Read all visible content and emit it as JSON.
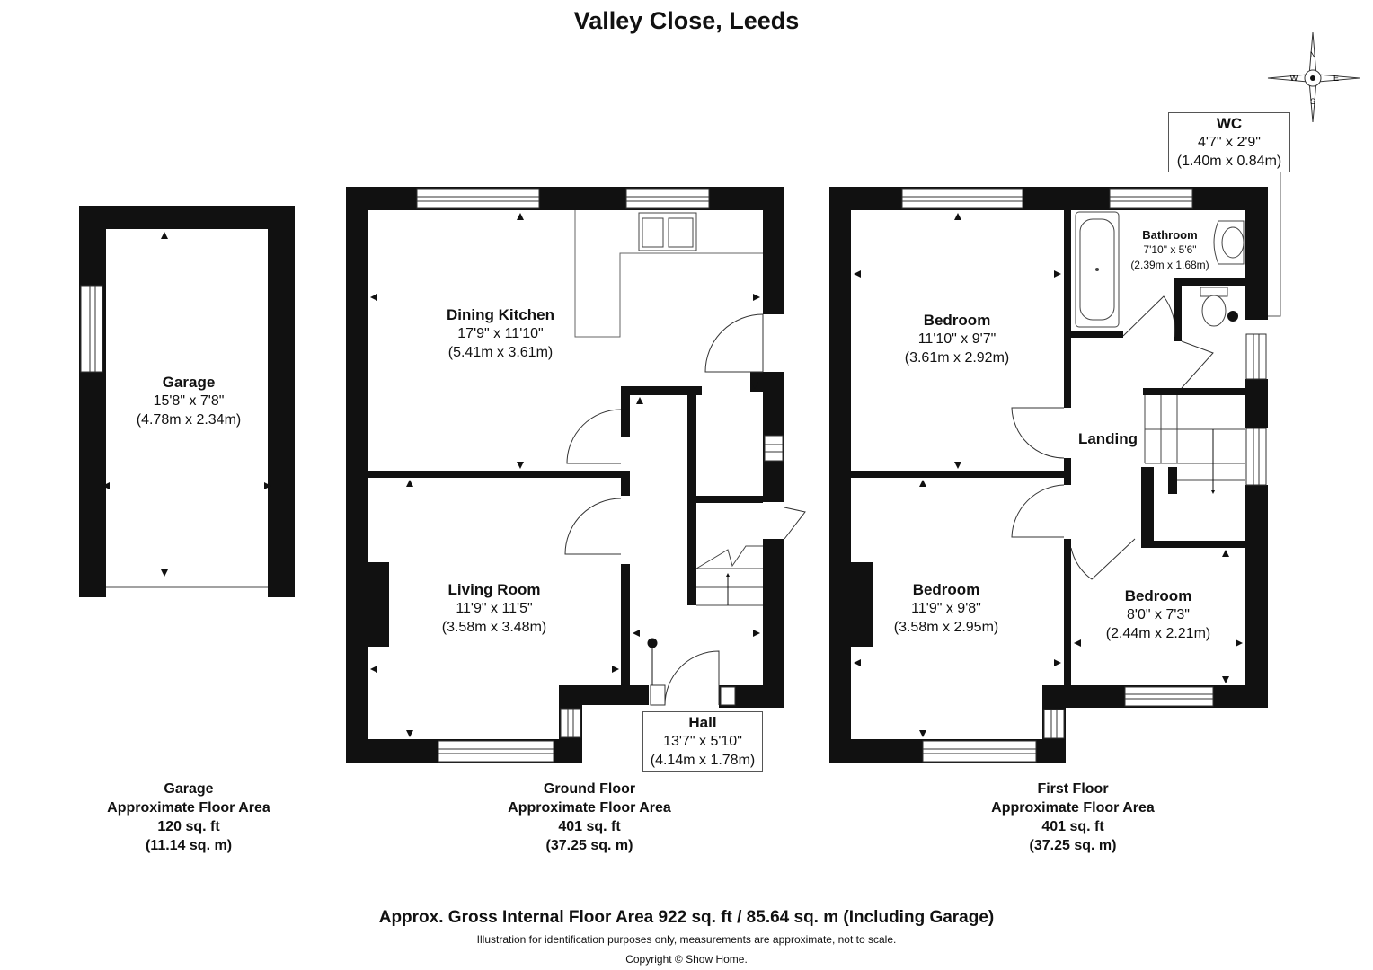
{
  "title": "Valley Close, Leeds",
  "compass": {
    "n": "N",
    "e": "E",
    "s": "S",
    "w": "W"
  },
  "rooms": {
    "garage": {
      "name": "Garage",
      "imperial": "15'8\" x 7'8\"",
      "metric": "(4.78m x 2.34m)"
    },
    "dining_kitchen": {
      "name": "Dining Kitchen",
      "imperial": "17'9\" x 11'10\"",
      "metric": "(5.41m x 3.61m)"
    },
    "living_room": {
      "name": "Living Room",
      "imperial": "11'9\" x 11'5\"",
      "metric": "(3.58m x 3.48m)"
    },
    "hall": {
      "name": "Hall",
      "imperial": "13'7\" x 5'10\"",
      "metric": "(4.14m x 1.78m)"
    },
    "bedroom_1": {
      "name": "Bedroom",
      "imperial": "11'10\" x 9'7\"",
      "metric": "(3.61m x 2.92m)"
    },
    "bathroom": {
      "name": "Bathroom",
      "imperial": "7'10\" x 5'6\"",
      "metric": "(2.39m x 1.68m)"
    },
    "wc": {
      "name": "WC",
      "imperial": "4'7\" x 2'9\"",
      "metric": "(1.40m x 0.84m)"
    },
    "landing": {
      "name": "Landing"
    },
    "bedroom_2": {
      "name": "Bedroom",
      "imperial": "11'9\" x 9'8\"",
      "metric": "(3.58m x 2.95m)"
    },
    "bedroom_3": {
      "name": "Bedroom",
      "imperial": "8'0\" x 7'3\"",
      "metric": "(2.44m x 2.21m)"
    }
  },
  "areas": {
    "garage": {
      "name": "Garage",
      "label": "Approximate Floor Area",
      "sqft": "120 sq. ft",
      "sqm": "(11.14 sq. m)"
    },
    "ground": {
      "name": "Ground Floor",
      "label": "Approximate Floor Area",
      "sqft": "401 sq. ft",
      "sqm": "(37.25 sq. m)"
    },
    "first": {
      "name": "First Floor",
      "label": "Approximate Floor Area",
      "sqft": "401 sq. ft",
      "sqm": "(37.25 sq. m)"
    }
  },
  "footer": {
    "gross": "Approx. Gross Internal Floor Area 922 sq. ft / 85.64 sq. m (Including Garage)",
    "disclaimer": "Illustration for identification purposes only, measurements are approximate, not to scale.",
    "copyright": "Copyright © Show Home."
  }
}
